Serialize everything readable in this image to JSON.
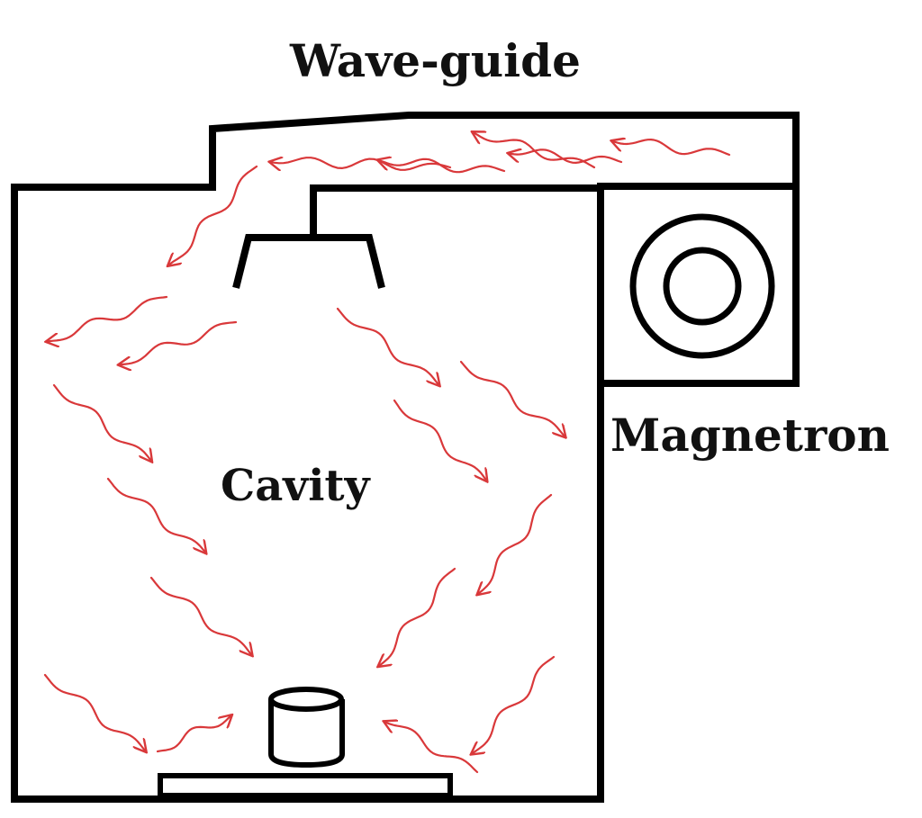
{
  "labels": {
    "waveguide": "Wave-guide",
    "magnetron": "Magnetron",
    "cavity": "Cavity"
  },
  "colors": {
    "outline": "#000000",
    "wave": "#d9383a",
    "background": "#ffffff"
  },
  "icons": {
    "wave": "wavy-arrow-icon"
  }
}
